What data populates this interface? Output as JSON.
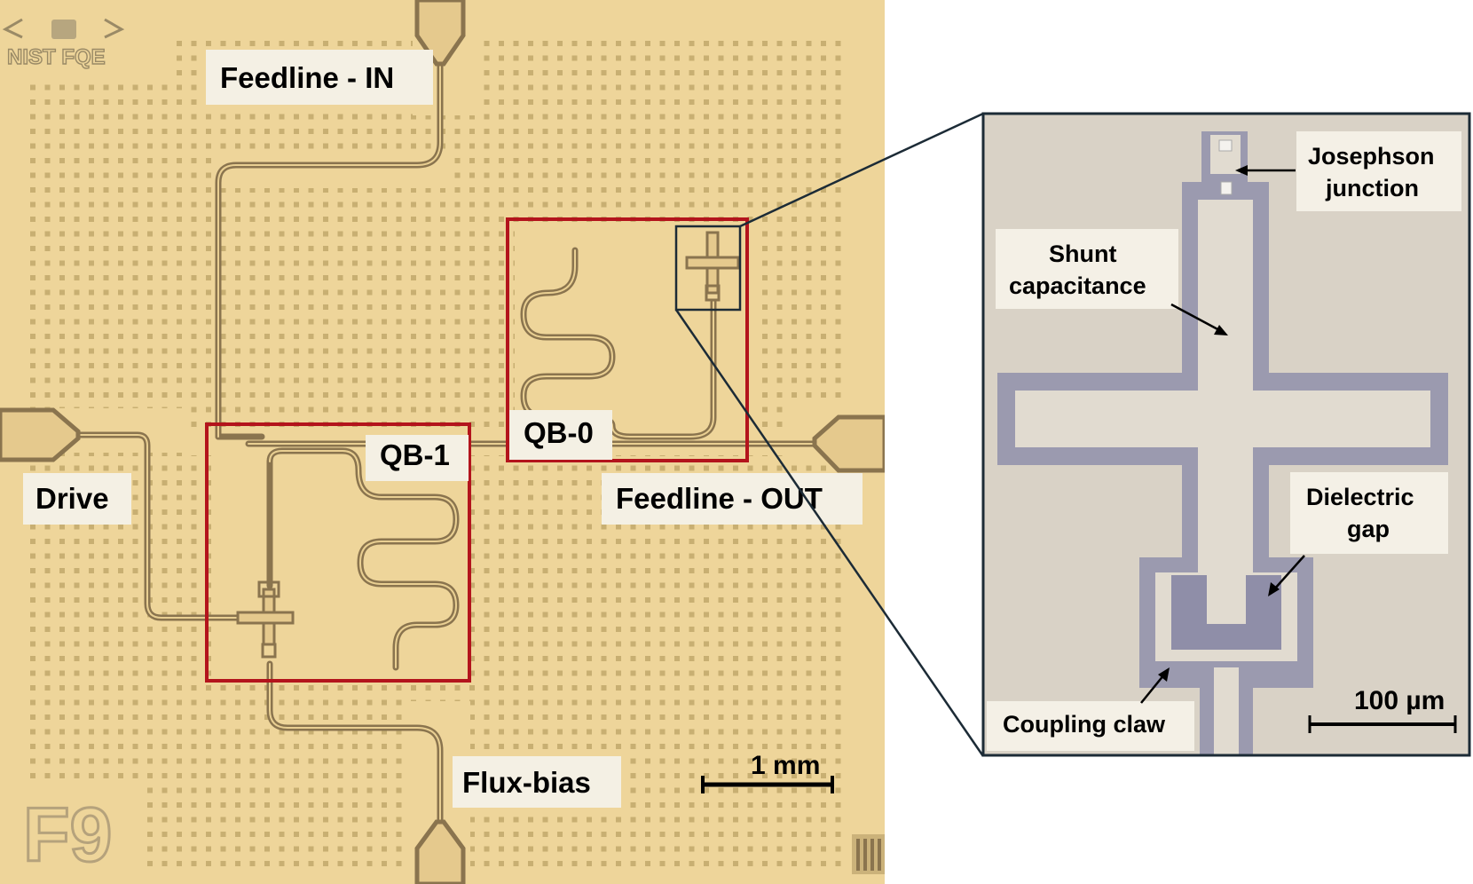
{
  "chip": {
    "logo_text": "NIST FQE",
    "chip_id": "F9",
    "labels": {
      "feedline_in": "Feedline - IN",
      "feedline_out": "Feedline - OUT",
      "drive": "Drive",
      "flux_bias": "Flux-bias",
      "qb0": "QB-0",
      "qb1": "QB-1"
    },
    "scale_bar": "1 mm"
  },
  "inset": {
    "labels": {
      "jj_line1": "Josephson",
      "jj_line2": "junction",
      "shunt_line1": "Shunt",
      "shunt_line2": "capacitance",
      "gap_line1": "Dielectric",
      "gap_line2": "gap",
      "claw": "Coupling claw"
    },
    "scale_bar": "100 µm"
  },
  "colors": {
    "chip_background": "#eed59a",
    "via_dots": "#c1a86b",
    "trace": "#8a744e",
    "highlight_box": "#b3141c",
    "inset_background": "#d9d2c6",
    "inset_metal_gap": "#9b9aaf",
    "inset_border": "#1c2b36"
  }
}
